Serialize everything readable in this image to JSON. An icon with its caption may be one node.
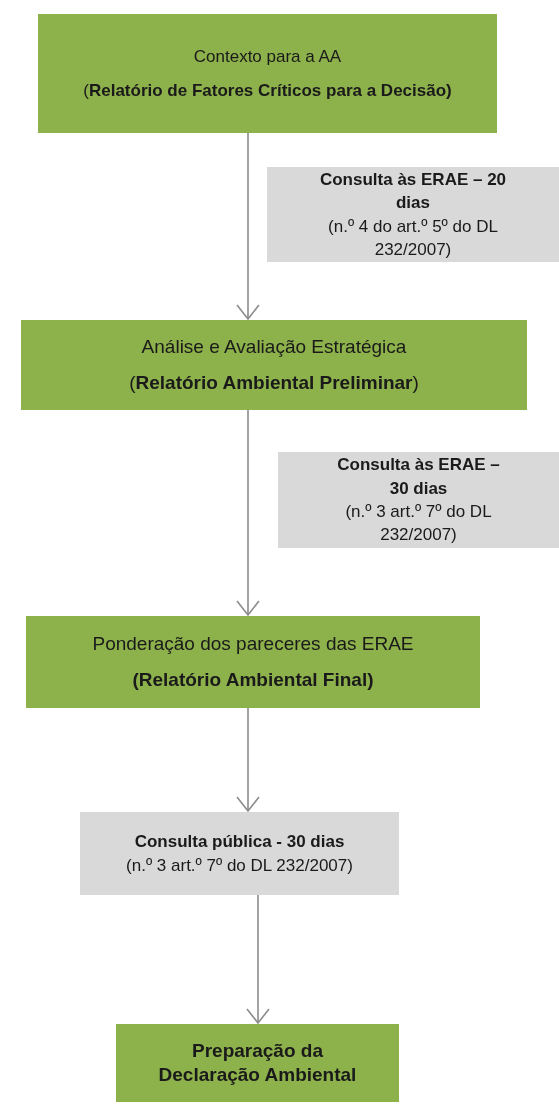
{
  "diagram": {
    "nodes": [
      {
        "text": [
          "Contexto para a AA",
          "(**Relatório de Fatores Críticos para a Decisão)**"
        ]
      },
      {
        "text": [
          "**Consulta às ERAE – 20 dias**",
          "(n.º 4 do art.º 5º do DL 232/2007)"
        ]
      },
      {
        "text": [
          "Análise e Avaliação Estratégica",
          "(**Relatório Ambiental Preliminar**)"
        ]
      },
      {
        "text": [
          "**Consulta às ERAE – 30 dias**",
          "(n.º 3 art.º 7º do DL 232/2007)"
        ]
      },
      {
        "text": [
          "Ponderação dos pareceres das ERAE",
          "**(Relatório Ambiental Final)**"
        ]
      },
      {
        "text": [
          "**Consulta pública - 30 dias**",
          "(n.º 3 art.º 7º do DL 232/2007)"
        ]
      },
      {
        "text": [
          "**Preparação da Declaração Ambiental**"
        ]
      }
    ],
    "edges": [
      {
        "from": 0,
        "to": 2,
        "arrow": "to"
      },
      {
        "from": 2,
        "to": 4,
        "arrow": "to"
      },
      {
        "from": 4,
        "to": 5,
        "arrow": "to"
      },
      {
        "from": 5,
        "to": 6,
        "arrow": "to"
      }
    ]
  }
}
